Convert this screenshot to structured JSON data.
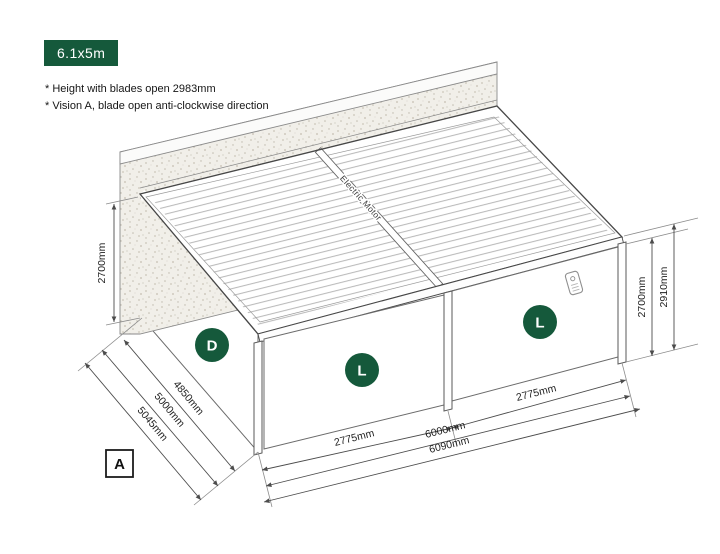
{
  "badge": {
    "label": "6.1x5m"
  },
  "notes": {
    "line1": "* Height with blades open 2983mm",
    "line2": "* Vision A, blade open anti-clockwise direction"
  },
  "diagram": {
    "motor_label": "Electric Motor",
    "zones": {
      "side": "D",
      "front_left": "L",
      "front_right": "L"
    },
    "view_label": "A",
    "dims": {
      "wall_side_height": "2700mm",
      "depth_blades": "4850mm",
      "depth_frame": "5000mm",
      "depth_total": "5045mm",
      "bay_left": "2775mm",
      "bay_right": "2775mm",
      "width_frame": "6000mm",
      "width_total": "6090mm",
      "front_height": "2700mm",
      "total_height": "2910mm"
    },
    "icons": {
      "remote": "remote-control-icon"
    }
  },
  "colors": {
    "accent_green": "#15593B",
    "line_dark": "#474747"
  }
}
